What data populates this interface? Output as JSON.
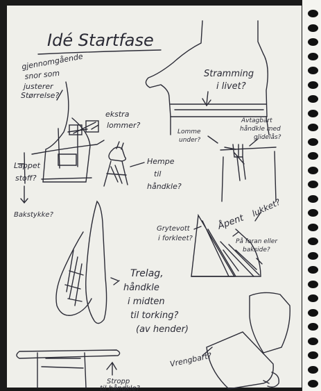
{
  "sheet": {
    "title": "Idé Startfase",
    "notes": {
      "gjennomgaende": [
        "gjennomgående",
        "snor som",
        "justerer",
        "Størrelse?"
      ],
      "ekstra_lommer": [
        "ekstra",
        "lommer?"
      ],
      "lappet_stoff": [
        "Lappet",
        "stoff?"
      ],
      "bakstykke": "Bakstykke?",
      "hempe": [
        "Hempe",
        "til",
        "håndkle?"
      ],
      "stramming": [
        "Stramming",
        "i livet?"
      ],
      "lomme_under": [
        "Lomme",
        "under?"
      ],
      "avtagbart": [
        "Avtagbart",
        "håndkle med",
        "glidelås?"
      ],
      "grytevott": [
        "Grytevott",
        "i forkleet?"
      ],
      "apent": "Åpent",
      "lukket": "lukket?",
      "paa_foran": [
        "På foran eller",
        "bakside?"
      ],
      "trelag": [
        "Trelag,",
        "håndkle",
        "i midten",
        "til torking?",
        "(av hender)"
      ],
      "stropp": [
        "Stropp",
        "til håndkle?"
      ],
      "vrengbart": "Vrengbart?"
    }
  },
  "colors": {
    "ink": "#2b2b36",
    "paper": "#efefea",
    "background": "#1a1a1a"
  }
}
